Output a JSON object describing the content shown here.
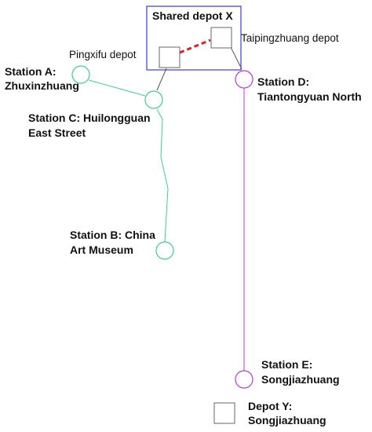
{
  "colors": {
    "green_line": "#3ecf8e",
    "purple_line": "#b93cd6",
    "depot_box_border": "#4a4ad0",
    "depot_link": "#e02020",
    "connector": "#555555",
    "depot_square_border": "#666666",
    "text": "#111111"
  },
  "shared_depot": {
    "title": "Shared depot X"
  },
  "depots": {
    "pingxifu": {
      "label": "Pingxifu depot"
    },
    "taipingzhuang": {
      "label": "Taipingzhuang depot"
    },
    "songjiazhuang": {
      "line1": "Depot Y:",
      "line2": "Songjiazhuang"
    }
  },
  "stations": {
    "a": {
      "line1": "Station A:",
      "line2": "Zhuxinzhuang"
    },
    "b": {
      "line1": "Station B: China",
      "line2": "Art Museum"
    },
    "c": {
      "line1": "Station C: Huilongguan",
      "line2": "East Street"
    },
    "d": {
      "line1": "Station D:",
      "line2": "Tiantongyuan North"
    },
    "e": {
      "line1": "Station E:",
      "line2": "Songjiazhuang"
    }
  }
}
